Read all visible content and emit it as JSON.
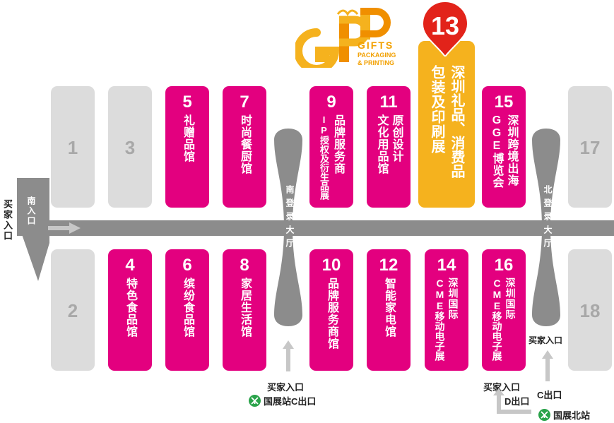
{
  "logo": {
    "letters": "GPP",
    "line1": "GIFTS",
    "line2": "PACKAGING",
    "line3": "& PRINTING"
  },
  "badge": {
    "number": "13"
  },
  "halls": [
    {
      "id": "1",
      "number": "1",
      "color": "gray",
      "lines": []
    },
    {
      "id": "3",
      "number": "3",
      "color": "gray",
      "lines": []
    },
    {
      "id": "5",
      "number": "5",
      "color": "pink",
      "lines": [
        "礼赠品馆"
      ]
    },
    {
      "id": "7",
      "number": "7",
      "color": "pink",
      "lines": [
        "时尚餐厨馆"
      ]
    },
    {
      "id": "9",
      "number": "9",
      "color": "pink",
      "lines": [
        "IP授权及衍生品展",
        "品牌服务商"
      ]
    },
    {
      "id": "11",
      "number": "11",
      "color": "pink",
      "lines": [
        "文化用品馆",
        "原创设计"
      ]
    },
    {
      "id": "13",
      "number": "",
      "color": "yellow",
      "lines": [
        "包装及印刷展",
        "深圳礼品、消费品"
      ]
    },
    {
      "id": "15",
      "number": "15",
      "color": "pink",
      "lines": [
        "GGE博览会",
        "深圳跨境出海"
      ]
    },
    {
      "id": "17",
      "number": "17",
      "color": "gray",
      "lines": []
    },
    {
      "id": "2",
      "number": "2",
      "color": "gray",
      "lines": []
    },
    {
      "id": "4",
      "number": "4",
      "color": "pink",
      "lines": [
        "特色食品馆"
      ]
    },
    {
      "id": "6",
      "number": "6",
      "color": "pink",
      "lines": [
        "缤纷食品馆"
      ]
    },
    {
      "id": "8",
      "number": "8",
      "color": "pink",
      "lines": [
        "家居生活馆"
      ]
    },
    {
      "id": "10",
      "number": "10",
      "color": "pink",
      "lines": [
        "品牌服务商馆"
      ]
    },
    {
      "id": "12",
      "number": "12",
      "color": "pink",
      "lines": [
        "智能家电馆"
      ]
    },
    {
      "id": "14",
      "number": "14",
      "color": "pink",
      "lines": [
        "CME移动电子展",
        "深圳国际"
      ]
    },
    {
      "id": "16",
      "number": "16",
      "color": "pink",
      "lines": [
        "CME移动电子展",
        "深圳国际"
      ]
    },
    {
      "id": "18",
      "number": "18",
      "color": "gray",
      "lines": []
    }
  ],
  "lobbies": {
    "south": "南登录大厅",
    "north": "北登录大厅"
  },
  "entrances": {
    "south_gate": "南入口",
    "buyer_entrance": "买家入口",
    "bottom_buyer_entrance_1": "买家入口",
    "bottom_buyer_entrance_2": "买家入口",
    "right_buyer_entrance": "买家入口",
    "exit_c_station": "国展站C出口",
    "exit_d": "D出口",
    "exit_c": "C出口",
    "north_station": "国展北站"
  },
  "colors": {
    "hall_pink": "#e3007f",
    "hall_gray": "#dcdcdc",
    "hall_yellow": "#f5b21e",
    "badge_red": "#e2231a",
    "corridor": "#8c8c8c",
    "metro_green": "#2aa34a",
    "logo_orange": "#f2a000"
  }
}
